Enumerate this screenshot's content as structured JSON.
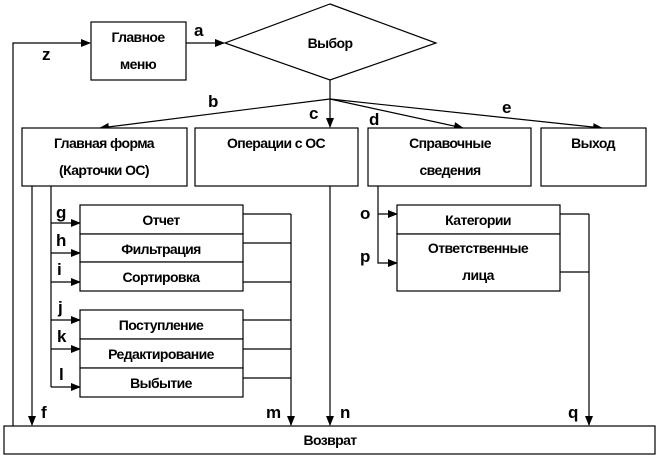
{
  "nodes": {
    "main_menu": [
      "Главное",
      "меню"
    ],
    "choice": "Выбор",
    "main_form": [
      "Главная форма",
      "(Карточки ОС)"
    ],
    "operations": "Операции с ОС",
    "reference": [
      "Справочные",
      "сведения"
    ],
    "exit": "Выход",
    "report": "Отчет",
    "filter": "Фильтрация",
    "sort": "Сортировка",
    "receipt": "Поступление",
    "edit": "Редактирование",
    "disposal": "Выбытие",
    "categories": "Категории",
    "responsible": [
      "Ответственные",
      "лица"
    ],
    "return": "Возврат"
  },
  "edge_labels": {
    "a": "a",
    "b": "b",
    "c": "c",
    "d": "d",
    "e": "e",
    "f": "f",
    "g": "g",
    "h": "h",
    "i": "i",
    "j": "j",
    "k": "k",
    "l": "l",
    "m": "m",
    "n": "n",
    "o": "o",
    "p": "p",
    "q": "q",
    "z": "z"
  }
}
